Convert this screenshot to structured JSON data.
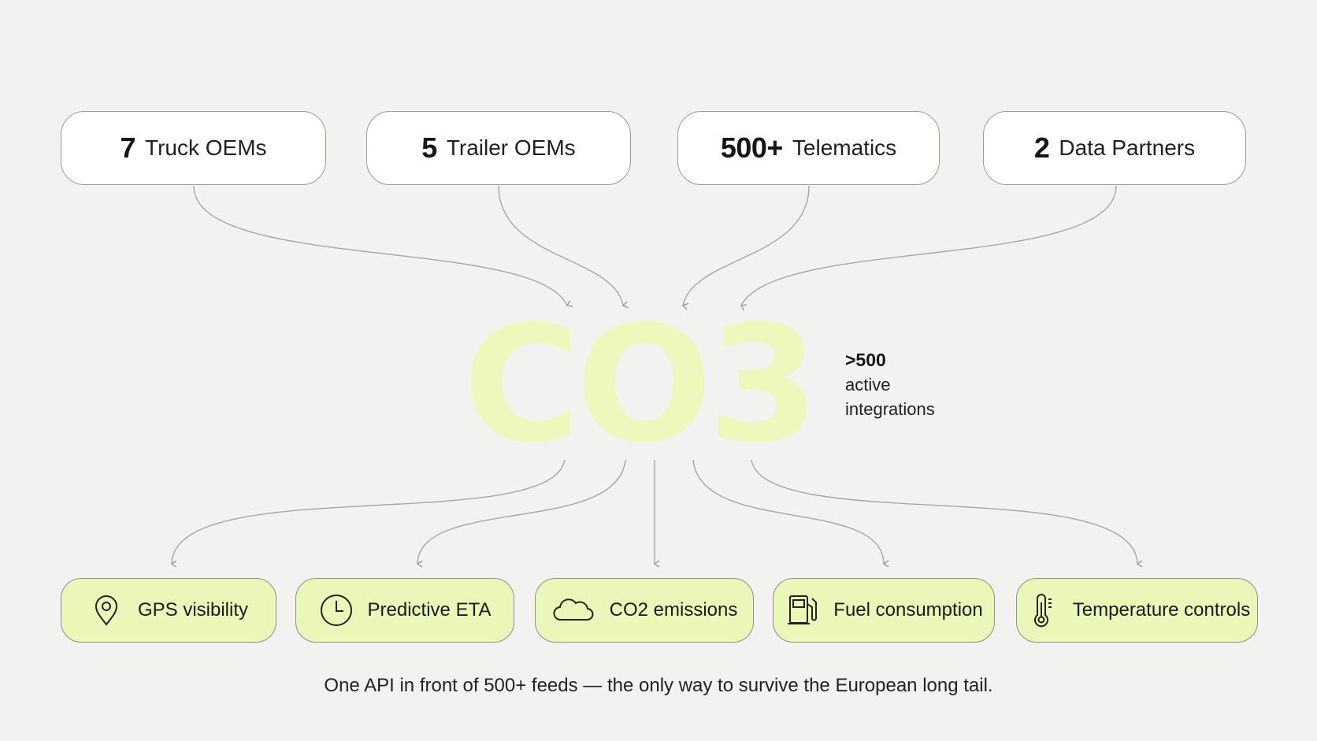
{
  "sources": [
    {
      "num": "7",
      "label": "Truck OEMs"
    },
    {
      "num": "5",
      "label": "Trailer OEMs"
    },
    {
      "num": "500+",
      "label": "Telematics"
    },
    {
      "num": "2",
      "label": "Data Partners"
    }
  ],
  "hub": {
    "logo": "CO3",
    "logo_color": "#eef7bc",
    "stat_value": ">500",
    "stat_line1": "active",
    "stat_line2": "integrations"
  },
  "outputs": [
    {
      "label": "GPS visibility",
      "icon": "map-pin-icon"
    },
    {
      "label": "Predictive ETA",
      "icon": "clock-icon"
    },
    {
      "label": "CO2 emissions",
      "icon": "cloud-icon"
    },
    {
      "label": "Fuel consumption",
      "icon": "fuel-pump-icon"
    },
    {
      "label": "Temperature controls",
      "icon": "thermometer-icon"
    }
  ],
  "caption": "One API in front of 500+ feeds — the only way to survive the European long tail.",
  "colors": {
    "background": "#f2f2f1",
    "output_fill": "#eaf7b9",
    "connector": "#a6a6a6"
  }
}
